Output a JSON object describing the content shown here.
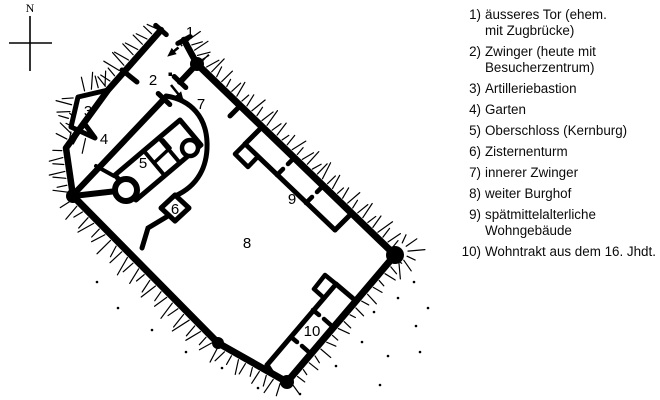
{
  "figure": {
    "kind": "castle ground plan with numbered legend"
  },
  "colors": {
    "ink": "#000000",
    "paper": "#ffffff"
  },
  "compass": {
    "north_label": "N"
  },
  "map": {
    "area_labels": [
      "1",
      "2",
      "3",
      "4",
      "5",
      "6",
      "7",
      "8",
      "9",
      "10"
    ]
  },
  "legend": {
    "items": [
      {
        "num": "1)",
        "text": "äusseres Tor (ehem.\nmit Zugbrücke)"
      },
      {
        "num": "2)",
        "text": "Zwinger (heute mit\nBesucherzentrum)"
      },
      {
        "num": "3)",
        "text": "Artilleriebastion"
      },
      {
        "num": "4)",
        "text": "Garten"
      },
      {
        "num": "5)",
        "text": "Oberschloss (Kernburg)"
      },
      {
        "num": "6)",
        "text": "Zisternenturm"
      },
      {
        "num": "7)",
        "text": "innerer Zwinger"
      },
      {
        "num": "8)",
        "text": "weiter Burghof"
      },
      {
        "num": "9)",
        "text": "spätmittelalterliche\nWohngebäude"
      },
      {
        "num": "10)",
        "text": "Wohntrakt aus dem 16. Jhdt."
      }
    ]
  }
}
